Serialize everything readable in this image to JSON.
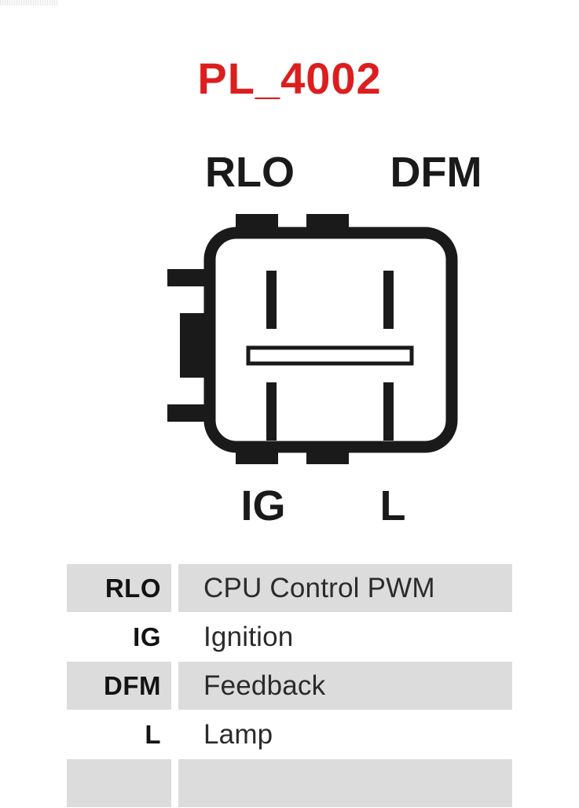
{
  "page": {
    "title": "PL_4002",
    "title_color": "#dc1e1e",
    "background_color": "#ffffff"
  },
  "connector": {
    "name": "PL_4002 connector",
    "outline_color": "#1a1a1a",
    "body_fill": "#ffffff",
    "pin_slot_color": "#1a1a1a",
    "latch_bar_fill": "#ffffff",
    "top_labels": [
      {
        "id": "rlo",
        "text": "RLO"
      },
      {
        "id": "dfm",
        "text": "DFM"
      }
    ],
    "bottom_labels": [
      {
        "id": "ig",
        "text": "IG"
      },
      {
        "id": "l",
        "text": "L"
      }
    ]
  },
  "pin_table": {
    "shade_color": "#dcdcdc",
    "rows": [
      {
        "code": "RLO",
        "description": "CPU Control PWM",
        "shaded": true
      },
      {
        "code": "IG",
        "description": "Ignition",
        "shaded": false
      },
      {
        "code": "DFM",
        "description": "Feedback",
        "shaded": true
      },
      {
        "code": "L",
        "description": "Lamp",
        "shaded": false
      },
      {
        "code": "",
        "description": "",
        "shaded": true
      }
    ]
  }
}
